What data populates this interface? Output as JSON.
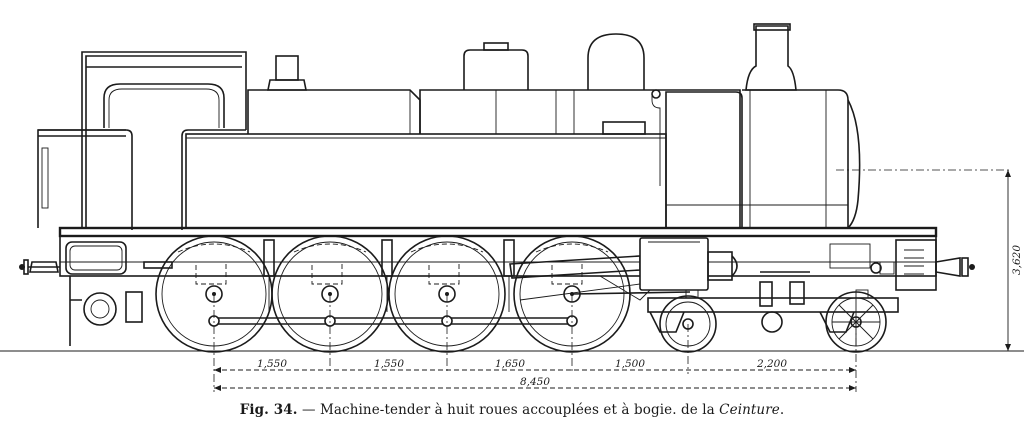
{
  "caption": {
    "figure_label": "Fig. 34.",
    "text": "— Machine-tender à huit roues accouplées et à bogie. de la",
    "railway_name": "Ceinture",
    "period": "."
  },
  "dimensions": {
    "spacing_1": "1,550",
    "spacing_2": "1,550",
    "spacing_3": "1,650",
    "spacing_4": "1,500",
    "spacing_5": "2,200",
    "wheelbase_total": "8,450",
    "height": "3,620"
  }
}
